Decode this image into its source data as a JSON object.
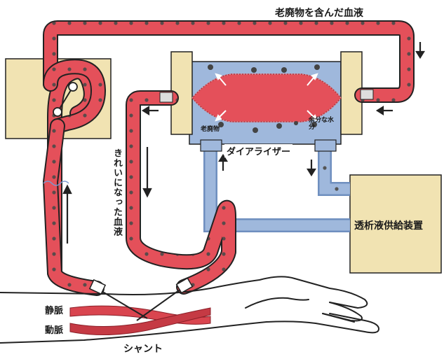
{
  "labels": {
    "waste_blood": "老廃物を含んだ血液",
    "clean_blood": "きれいになった血液",
    "dialyzer": "ダイアライザー",
    "supply_unit": "透析液供給装置",
    "waste": "老廃物",
    "excess_water": "余分な水分",
    "vein": "静脈",
    "artery": "動脈",
    "shunt": "シャント"
  },
  "colors": {
    "blood_tube": "#e4505a",
    "blood_dark": "#b8323c",
    "dialysate_tube": "#9fb8dc",
    "dialysate_dark": "#6f8fbf",
    "housing": "#f1e3b2",
    "dots": "#555555"
  }
}
